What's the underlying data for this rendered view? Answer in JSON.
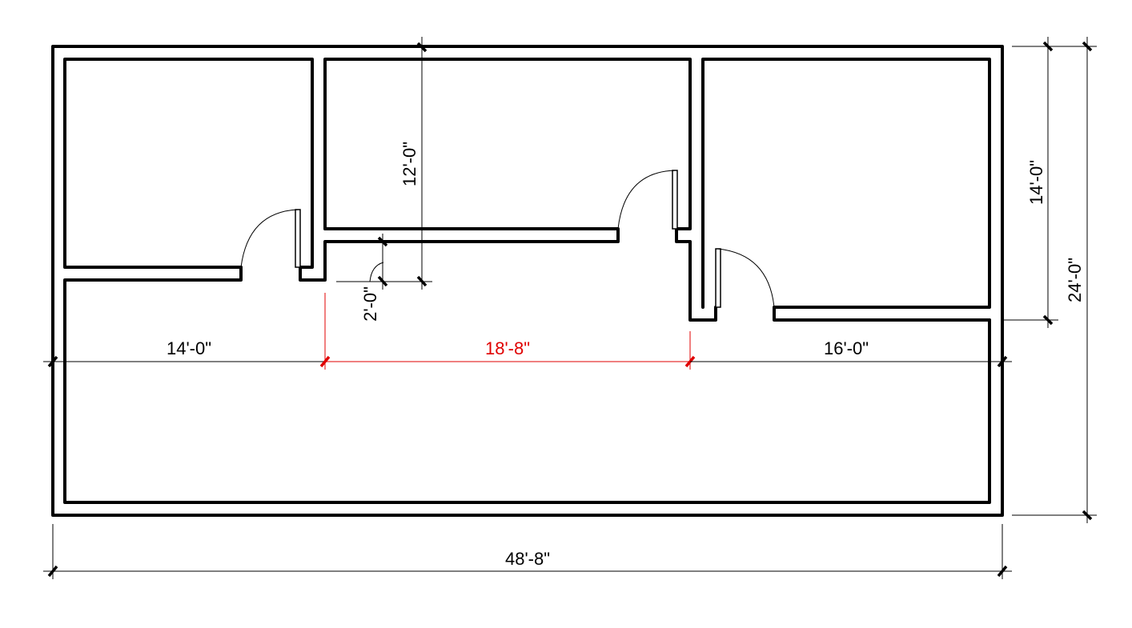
{
  "drawing": {
    "type": "floor-plan",
    "colors": {
      "wall": "#000000",
      "dimension": "#000000",
      "selected_dimension": "#e00000",
      "background": "#ffffff"
    },
    "rooms": [
      {
        "id": "room-left",
        "position": "top-left"
      },
      {
        "id": "room-middle",
        "position": "top-center"
      },
      {
        "id": "room-right",
        "position": "top-right"
      },
      {
        "id": "hall",
        "position": "bottom"
      }
    ],
    "doors": [
      {
        "id": "door-left-room"
      },
      {
        "id": "door-middle-room"
      },
      {
        "id": "door-right-room"
      },
      {
        "id": "door-small-swing"
      }
    ]
  },
  "dimensions": {
    "overall_width": "48'-8\"",
    "left_segment": "14'-0\"",
    "middle_segment_selected": "18'-8\"",
    "right_segment": "16'-0\"",
    "middle_room_depth": "12'-0\"",
    "corridor_offset": "2'-0\"",
    "right_room_depth": "14'-0\"",
    "overall_depth": "24'-0\""
  }
}
